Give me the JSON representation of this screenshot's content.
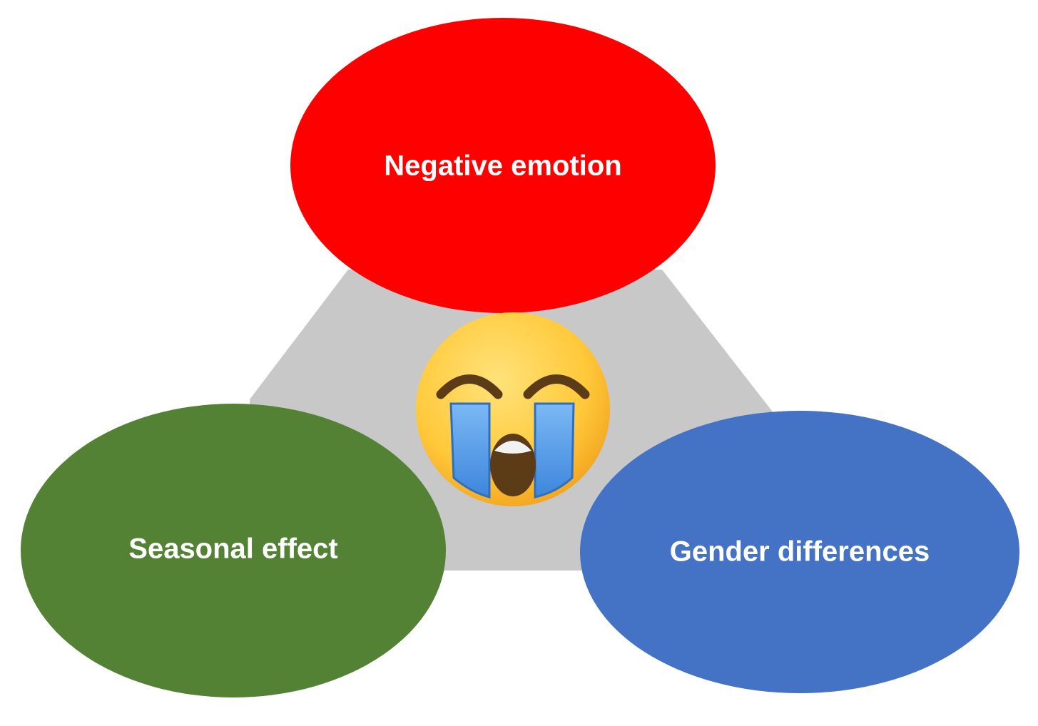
{
  "diagram": {
    "nodes": [
      {
        "id": "top",
        "label": "Negative emotion",
        "color": "#FF0000"
      },
      {
        "id": "left",
        "label": "Seasonal effect",
        "color": "#548235"
      },
      {
        "id": "right",
        "label": "Gender differences",
        "color": "#4472C4"
      }
    ],
    "connector_color": "#C8C8C8",
    "center_icon": "loudly-crying-face-icon"
  },
  "colors": {
    "label_text": "#FFFFFF",
    "emoji_face": "#FFC93A",
    "emoji_tears": "#5BA4F0",
    "emoji_features": "#5C3B17"
  }
}
